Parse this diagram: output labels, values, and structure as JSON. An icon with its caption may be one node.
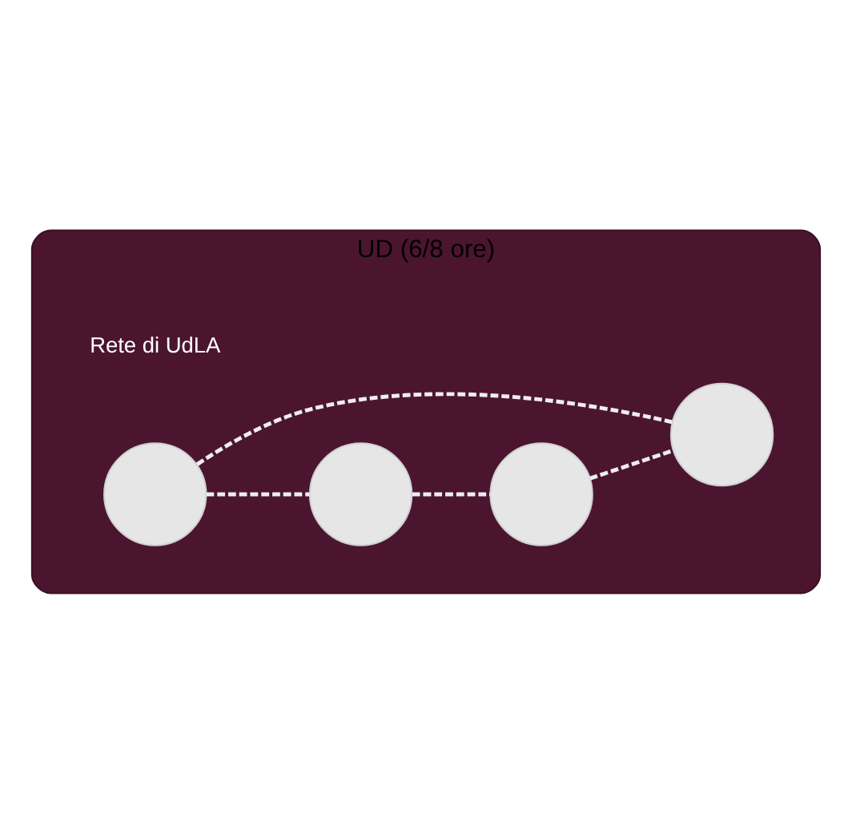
{
  "diagram": {
    "nodes": [
      {
        "text": [
          "UD (6/8 ore)",
          "Rete di UdLA"
        ]
      },
      {
        "text": [],
        "shape": "circle",
        "in": 0
      },
      {
        "text": [],
        "shape": "circle",
        "in": 0
      },
      {
        "text": [],
        "shape": "circle",
        "in": 0
      },
      {
        "text": [],
        "shape": "circle",
        "in": 0
      }
    ],
    "edges": [
      {
        "from": 1,
        "to": 2,
        "arrow": "none",
        "style": "dashed"
      },
      {
        "from": 2,
        "to": 3,
        "arrow": "none",
        "style": "dashed"
      },
      {
        "from": 3,
        "to": 4,
        "arrow": "none",
        "style": "dashed"
      },
      {
        "from": 1,
        "to": 4,
        "arrow": "none",
        "style": "dashed"
      }
    ]
  }
}
